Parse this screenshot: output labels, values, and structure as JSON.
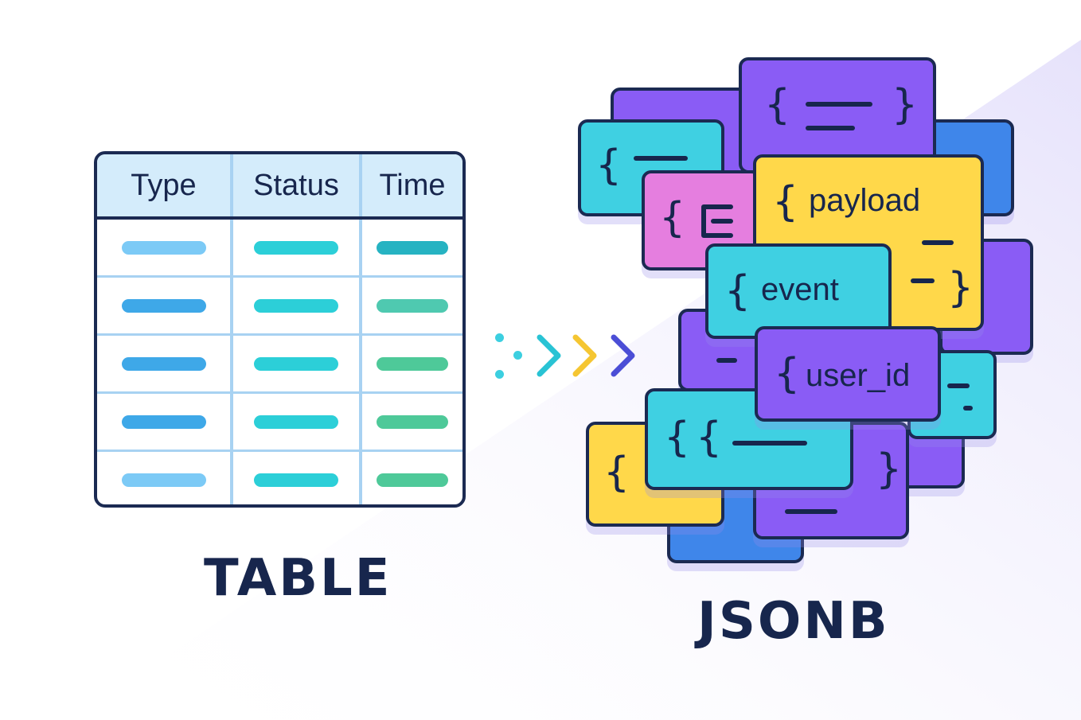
{
  "table": {
    "headers": [
      "Type",
      "Status",
      "Time"
    ],
    "row_colors": [
      [
        "#7ccaf6",
        "#2ccfd8",
        "#26b3c2"
      ],
      [
        "#3ea8e8",
        "#2ccfd8",
        "#4fc9b0"
      ],
      [
        "#3ea8e8",
        "#2ccfd8",
        "#4ec999"
      ],
      [
        "#3ea8e8",
        "#2ccfd8",
        "#4ec999"
      ],
      [
        "#7ccaf6",
        "#2ccfd8",
        "#4ec999"
      ]
    ],
    "caption": "TABLE"
  },
  "jsonb": {
    "labels": {
      "payload": "payload",
      "event": "event",
      "user_id": "user_id"
    },
    "caption": "JSONB"
  },
  "colors": {
    "ink": "#17264d",
    "purple": "#8a5cf5",
    "cyan": "#3fd0e2",
    "pink": "#e57edf",
    "yellow": "#ffd84a",
    "blue": "#3f86ea",
    "arrow_cyan": "#29c3d4",
    "arrow_yellow": "#f5c632",
    "arrow_blue": "#4b4ed6"
  }
}
